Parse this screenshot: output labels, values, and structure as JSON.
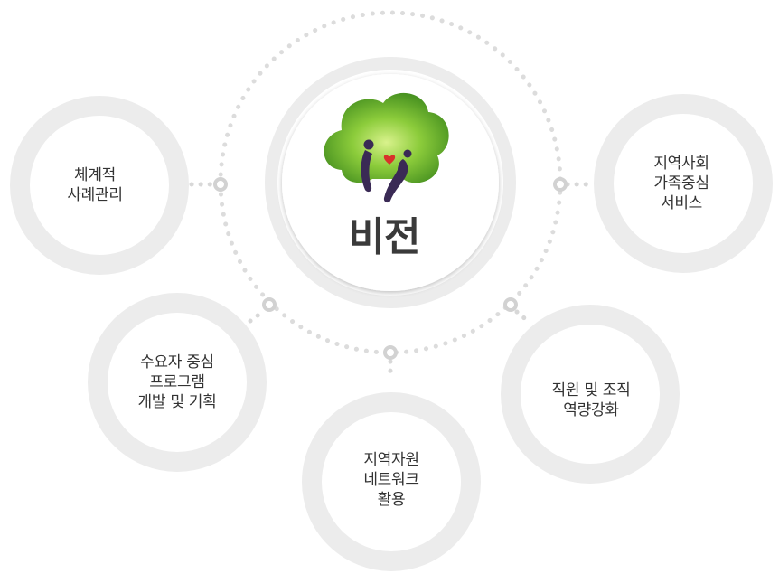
{
  "center": {
    "title": "비전"
  },
  "nodes": [
    {
      "id": "systematic-case-management",
      "lines": [
        "체계적",
        "사례관리"
      ]
    },
    {
      "id": "community-family-service",
      "lines": [
        "지역사회",
        "가족중심",
        "서비스"
      ]
    },
    {
      "id": "demand-centered-program",
      "lines": [
        "수요자 중심",
        "프로그램",
        "개발 및 기획"
      ]
    },
    {
      "id": "local-resource-network",
      "lines": [
        "지역자원",
        "네트워크",
        "활용"
      ]
    },
    {
      "id": "staff-org-strengthening",
      "lines": [
        "직원 및 조직",
        "역량강화"
      ]
    }
  ],
  "colors": {
    "ring": "#ececec",
    "dots": "#dcdcdc",
    "connector_ring": "#d2d2d2",
    "text": "#333333",
    "tree_light": "#b7e36a",
    "tree_dark": "#3f8a1d",
    "figure": "#3a2a55",
    "heart": "#d8322a"
  },
  "icons": [
    "tree-logo-icon"
  ]
}
